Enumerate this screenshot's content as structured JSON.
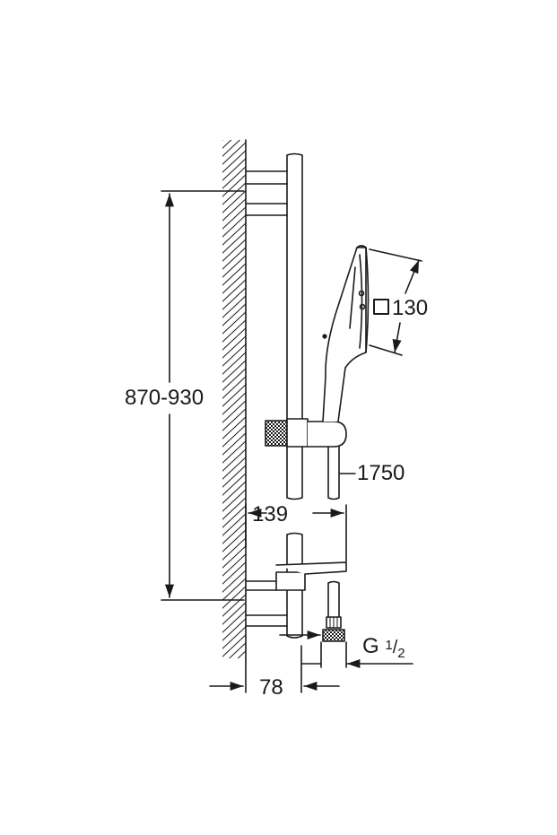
{
  "dimensions": {
    "height_range": "870-930",
    "head_size": "130",
    "hose_length": "1750",
    "rail_projection": "139",
    "wall_offset": "78",
    "thread": {
      "prefix": "G",
      "numerator": "1",
      "denominator": "2"
    }
  },
  "colors": {
    "line": "#1a1a1a",
    "background": "#ffffff"
  },
  "icons": {
    "head_size_symbol": "square-icon"
  }
}
